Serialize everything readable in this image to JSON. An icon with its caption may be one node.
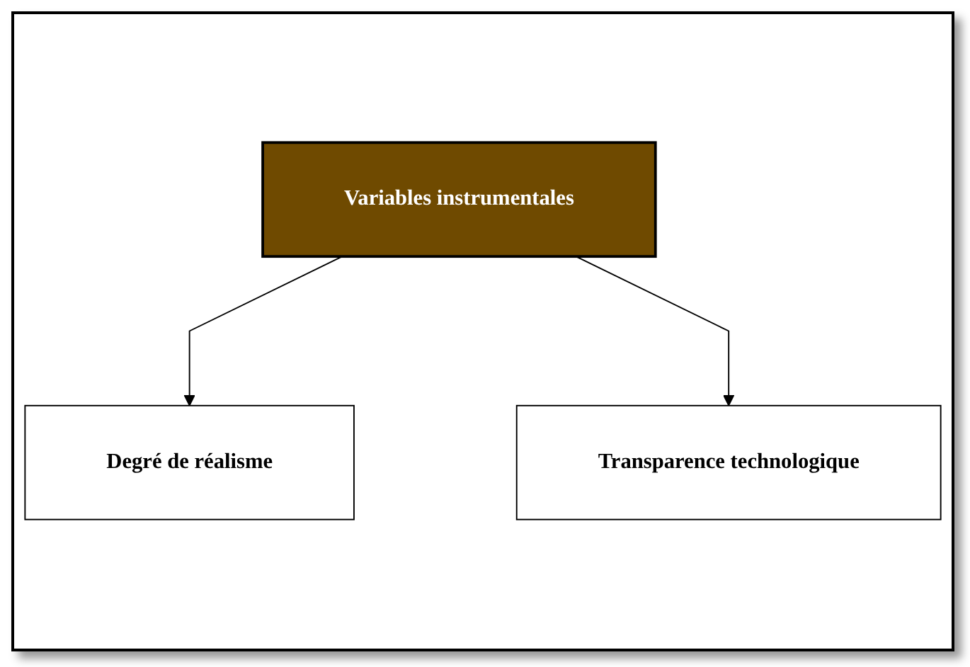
{
  "diagram": {
    "nodes": [
      {
        "text": [
          "Variables instrumentales"
        ]
      },
      {
        "text": [
          "Degré de réalisme"
        ]
      },
      {
        "text": [
          "Transparence technologique"
        ]
      }
    ],
    "edges": [
      {
        "from": 0,
        "to": 1,
        "arrow": "to"
      },
      {
        "from": 0,
        "to": 2,
        "arrow": "to"
      }
    ]
  }
}
